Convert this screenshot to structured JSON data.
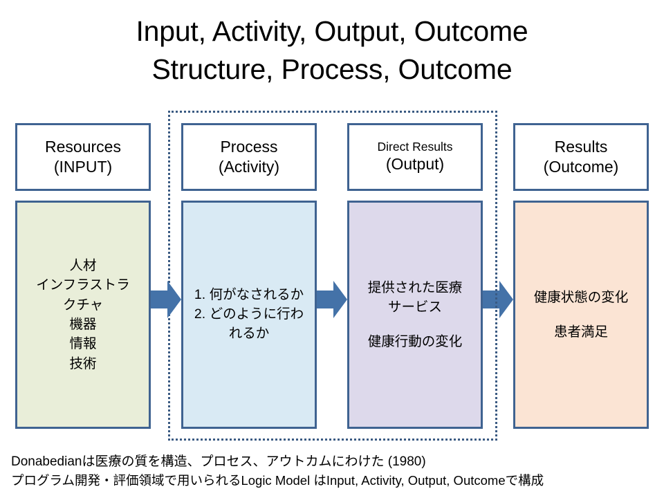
{
  "title": {
    "line1": "Input, Activity, Output, Outcome",
    "line2": "Structure, Process, Outcome"
  },
  "colors": {
    "box_border": "#3f6391",
    "group_outline": "#3a5a82",
    "arrow_fill": "#4472a8",
    "col1_fill": "#e9eed9",
    "col2_fill": "#d9eaf4",
    "col3_fill": "#ddd9eb",
    "col4_fill": "#fbe4d4",
    "header_fill": "#ffffff",
    "text": "#000000"
  },
  "columns": [
    {
      "id": "resources",
      "header": {
        "line1": "Resources",
        "line2": "(INPUT)",
        "line1_small": false
      },
      "body": {
        "lines": [
          "人材",
          "インフラストラ",
          "クチャ",
          "機器",
          "情報",
          "技術"
        ]
      }
    },
    {
      "id": "process",
      "header": {
        "line1": "Process",
        "line2": "(Activity)",
        "line1_small": false
      },
      "body": {
        "list": [
          {
            "marker": "1.",
            "text": "何がなされるか"
          },
          {
            "marker": "2.",
            "text": "どのように行われるか"
          }
        ]
      }
    },
    {
      "id": "direct-results",
      "header": {
        "line1": "Direct Results",
        "line2": "(Output)",
        "line1_small": true
      },
      "body": {
        "lines": [
          "提供された医療",
          "サービス",
          "",
          "健康行動の変化"
        ]
      }
    },
    {
      "id": "results",
      "header": {
        "line1": "Results",
        "line2": "(Outcome)",
        "line1_small": false
      },
      "body": {
        "lines": [
          "健康状態の変化",
          "",
          "患者満足"
        ]
      }
    }
  ],
  "arrows": [
    {
      "id": "arrow-resources-to-process",
      "direction": "right"
    },
    {
      "id": "arrow-process-to-output",
      "direction": "right"
    },
    {
      "id": "arrow-output-to-outcome",
      "direction": "right"
    }
  ],
  "group_outline": {
    "label": "dotted-group-process-output"
  },
  "caption": {
    "line1": "Donabedianは医療の質を構造、プロセス、アウトカムにわけた  (1980)",
    "line2": "プログラム開発・評価領域で用いられるLogic Model はInput, Activity, Output, Outcomeで構成"
  }
}
